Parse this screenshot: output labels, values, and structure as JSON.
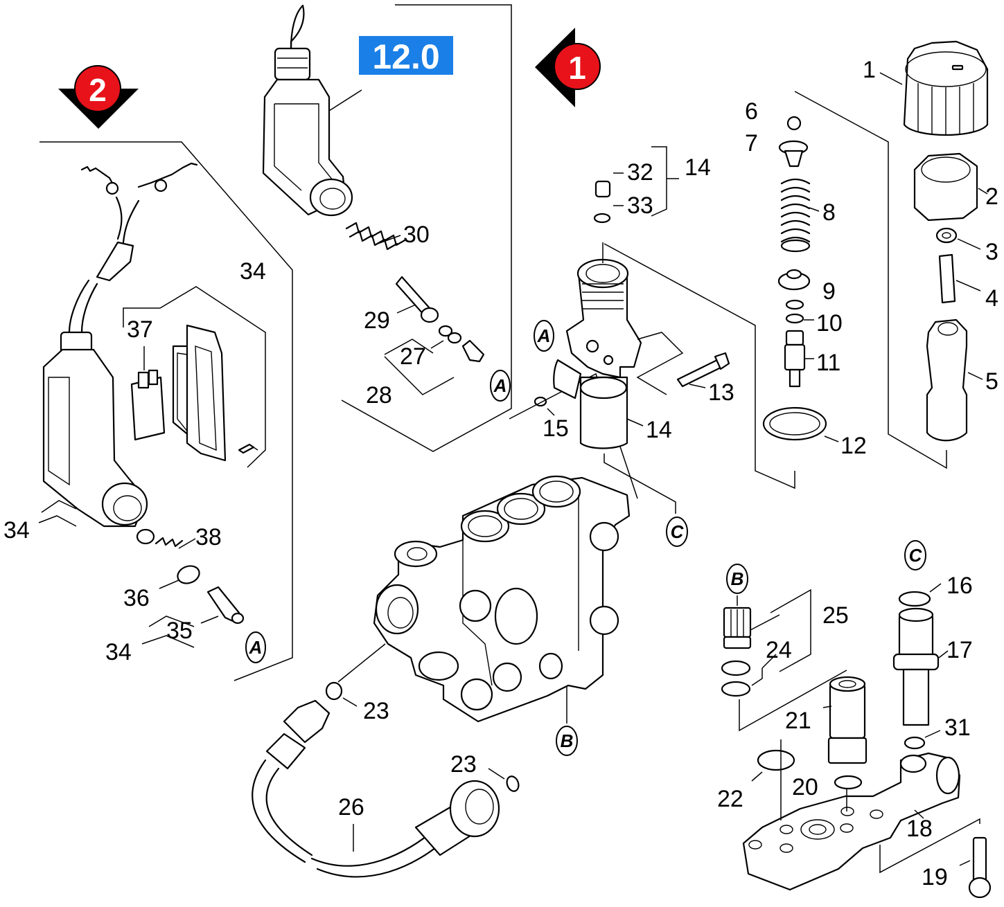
{
  "page_badge": {
    "label": "12.0",
    "color": "#1a7fe6"
  },
  "nav_markers": [
    {
      "id": "2",
      "label": "2",
      "direction": "down",
      "color": "#e8121a"
    },
    {
      "id": "1",
      "label": "1",
      "direction": "left",
      "color": "#e8121a"
    }
  ],
  "connection_tags": {
    "A_upper": "A",
    "A_middle": "A",
    "A_left": "A",
    "C_upper": "C",
    "C_lower": "C",
    "B_lower": "B",
    "B_right": "B"
  },
  "part_numbers": {
    "n1": "1",
    "n2": "2",
    "n3": "3",
    "n4": "4",
    "n5": "5",
    "n6": "6",
    "n7": "7",
    "n8": "8",
    "n9": "9",
    "n10": "10",
    "n11": "11",
    "n12": "12",
    "n13": "13",
    "n14a": "14",
    "n14b": "14",
    "n15": "15",
    "n16": "16",
    "n17": "17",
    "n18": "18",
    "n19": "19",
    "n20": "20",
    "n21": "21",
    "n22": "22",
    "n23a": "23",
    "n23b": "23",
    "n24": "24",
    "n25": "25",
    "n26": "26",
    "n27": "27",
    "n28": "28",
    "n29": "29",
    "n30": "30",
    "n31": "31",
    "n32": "32",
    "n33": "33",
    "n34a": "34",
    "n34b": "34",
    "n34c": "34",
    "n35": "35",
    "n36": "36",
    "n37": "37",
    "n38": "38"
  }
}
